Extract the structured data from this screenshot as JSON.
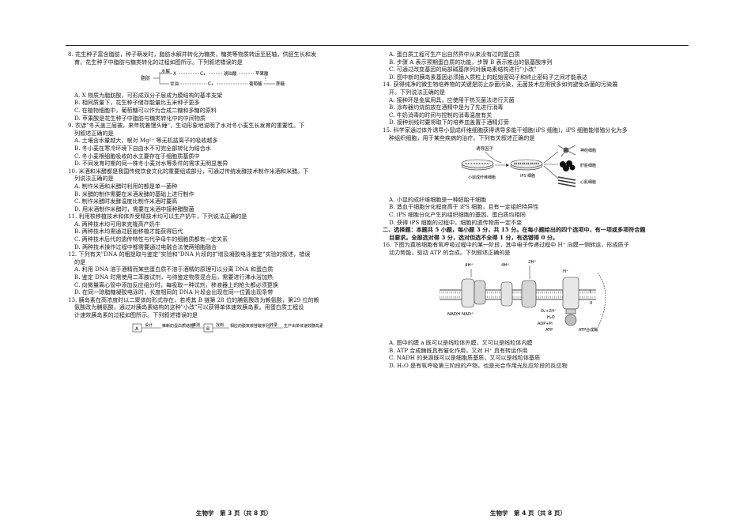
{
  "left_col": {
    "q8": {
      "stem": "8. 花生种子富含脂肪，种子萌发时，脂肪水解并转化为糖类，糖类等物质转运至胚轴，供胚生长和发",
      "stem2": "育。花生种子中脂肪与糖类转化的过程如图所示。下列叙述错误的是",
      "fig": {
        "a": "脂肪",
        "b": "水解",
        "c": "X",
        "d": "C₂",
        "e": "琥珀酸",
        "f": "苹果酸",
        "g": "甘油",
        "h": "C₄",
        "i": "葡萄糖",
        "j": "蔗糖"
      },
      "options": [
        "A. X 物质为脂肪酸，可形成双分子层成为膜结构的基本支架",
        "B. 相同质量下，花生种子储存能量比玉米种子更多",
        "C. 在植物细胞中，葡萄糖可以作为合成二糖和多糖的原料",
        "D. 苹果酸是花生种子中脂肪与糖类转化中的中间物质"
      ]
    },
    "q9": {
      "stem": "9. 农谚\"冬天盖三层被，来年枕着馒头睡\"，生动形象地说明了水对冬小麦生长发育的重要性。下",
      "stem2": "列叙述正确的是",
      "options": [
        "A. 土壤含水量越大，根对 Mg²⁺ 等无机盐离子的吸收越多",
        "B. 冬小麦在寒冷环境下自由水不可完全部转化为结合水",
        "C. 冬小麦根细胞吸收的水主要存在于细胞质基质中",
        "D. 不同发育时期的同一株冬小麦对水等条件的需求无明显差异"
      ]
    },
    "q10": {
      "stem": "10. 米酒和米醋都是我国传统饮食文化的重要组成部分，可通过传统发酵技术制作米酒和米醋。下",
      "stem2": "列说法正确的是",
      "options": [
        "A. 制作米酒和米醋时利用的都是单一菌种",
        "B. 米醋的制作需要在米酒发酵的基础上进行制作",
        "C. 制作米醋时发酵温度比制作米酒时要高",
        "D. 用米酒制作米醋时，需要在米酒中接种醋酸菌"
      ]
    },
    "q11": {
      "stem": "11. 利用核移植技术和体外受精技术均可以生产奶牛，下列说法正确的是",
      "options": [
        "A. 两种技术均可用来克隆高产奶牛",
        "B. 两种技术均需通过胚胎移植才能获得后代",
        "C. 两种技术后代的遗传特性与代孕母牛的细胞质都有一定关系",
        "D. 两种技术操作过程中都需要通过电融合法使两细胞融合"
      ]
    },
    "q12": {
      "stem": "12. 下列有关\"DNA 的粗提取与鉴定\"实验和\"DNA 片段的扩增及凝胶电泳鉴定\"实验的叙述，错误",
      "stem2": "的是",
      "options": [
        "A. 利用 DNA 溶于酒精而某些蛋白质不溶于酒精的原理可以分离 DNA 和蛋白质",
        "B. 鉴定 DNA 时需使用二苯胺试剂，与待鉴定物质混合后，需要进行沸水浴加热",
        "C. 向微量离心管中添加反应组分时，每吸取一种试剂，移液器上的枪头都必须更换",
        "D. 在同一琼脂糖凝胶电泳时，长度相同的 DNA 片段会出现在同一位置出现条带"
      ]
    },
    "q13": {
      "stem": "13. 胰岛素在高浓度时以二聚体的形式存在，若将其 B 链第 28 位的脯氨酸改为赖氨酸，第29 位的赖",
      "stem2": "氨酸改为脯氨酸，通过对胰岛素结构的这种\"小改\"可以获得单体速效胰岛素。用蛋白质工程设",
      "stem3": "计速效胰岛素的过程如图所示。下列叙述错误的是",
      "fig": {
        "a": "A",
        "b": "设计",
        "c": "推断的蛋白质结构",
        "d": "推测",
        "e": "B",
        "f": "找到",
        "g": "相应的脱氧核苷酸序列",
        "h": "转录",
        "i": "生产出单体速效胰岛素"
      }
    },
    "footer": "生物学　第 3 页（共 8 页）"
  },
  "right_col": {
    "q13_options": [
      "A. 蛋白质工程可生产出自然界中从来没有过的蛋白质",
      "B. 步骤 A 表示预期蛋白质的功能，步骤 B 表示推出的氨基酸序列",
      "C. 可通过改变基因的局部碱基序列对胰岛素结构进行\"小改\"",
      "D. 图中新的胰岛素基因必须插入质粒上的起始密码子和终止密码子之间才能表达"
    ],
    "q14": {
      "stem": "14. 获得纯净的微生物培养物的关键是防止杂菌污染，无菌技术应用很多如何避免杂菌的污染展",
      "stem2": "开。下列说法正确的是",
      "options": [
        "A. 接种环是金属用具，应使用干热灭菌法进行灭菌",
        "B. 涂布器灼烧前放在酒精中是为了先进行消毒",
        "C. 牛奶消毒的时间与控制的消毒温度有关",
        "D. 接种划线时要将取下的培养皿盖置于酒精灯旁"
      ]
    },
    "q15": {
      "stem": "15. 科学家通过体外诱导小鼠成纤维细胞获得诱导多能干细胞(iPS 细胞)，iPS 细胞能增殖分化为多",
      "stem2": "种组织细胞，用于某些疾病的治疗。下列有关叙述正确的是",
      "fig": {
        "a": "诱导因子",
        "b": "小鼠成纤维细胞",
        "c": "iPS 细胞",
        "d": "神经细胞",
        "e": "肝脏细胞",
        "f": "心肌细胞"
      },
      "options": [
        "A. 小鼠的成纤维细胞是一种胚胎干细胞",
        "B. 造血干细胞分化程度高于 iPS 细胞，且有一定组织特异性",
        "C. iPS 细胞分化产生的组织细胞的基因、蛋白质均相同",
        "D. 获得 iPS 细胞的过程中，细胞的遗传物质一定不变"
      ]
    },
    "section2": {
      "line1": "二、选择题：本题共 5 小题，每小题 3 分，共 15 分。在每小题给出的四个选项中，有一项或多项符合题",
      "line2": "目要求。全部选对得 3 分，选对但选不全得 1 分，有选错得 0 分。"
    },
    "q16": {
      "stem": "16. 下图为真核细胞有氧呼吸过程中的某一阶段，其中电子传递过程中 H⁺ 向膜一侧转运，形成质子",
      "stem2": "动力势能，驱动 ATP 的合成。下列叙述正确的是",
      "fig": {
        "a": "4H⁺",
        "b": "2H⁺",
        "c": "4H⁺",
        "d": "NADH NAD⁺",
        "e": "O₂+2H⁺",
        "f": "H₂O",
        "g": "ADP+Pi",
        "h": "ATP",
        "i": "ATP合成酶",
        "j": "I",
        "k": "II",
        "l": "H⁺"
      },
      "options": [
        "A. 图中的膜 a 既可以是线粒体外膜，又可以是线粒体内膜",
        "B. ATP 合成酶既具有催化作用，又对 H⁺ 具有转运作用",
        "C. NADH 的来源既可以是细胞质基质，又可以是线粒体基质",
        "D. H₂O 是有氧呼吸第三阶段的产物，也是光合作用光反应阶段的反应物"
      ]
    },
    "footer": "生物学　第 4 页（共 8 页）"
  }
}
